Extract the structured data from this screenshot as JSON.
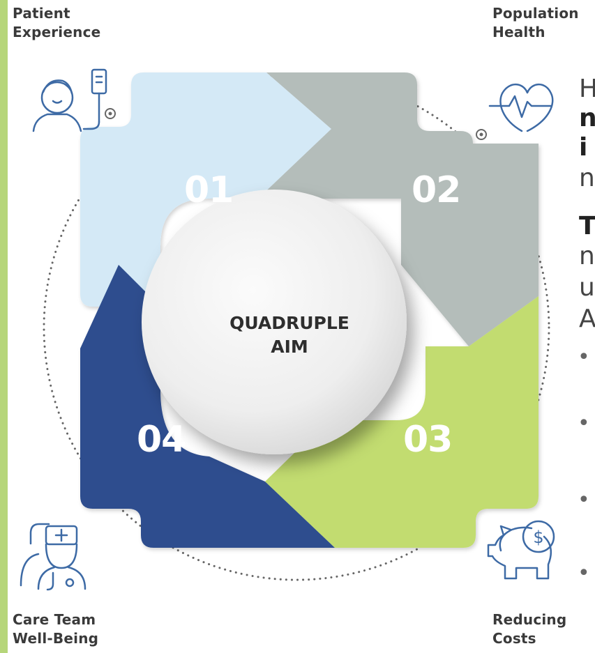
{
  "labels": {
    "patient_experience": [
      "Patient",
      "Experience"
    ],
    "population_health": [
      "Population",
      "Health"
    ],
    "care_team": [
      "Care Team",
      "Well-Being"
    ],
    "reducing_costs": [
      "Reducing",
      "Costs"
    ]
  },
  "numbers": {
    "n1": "01",
    "n2": "02",
    "n3": "03",
    "n4": "04"
  },
  "center": {
    "line1": "QUADRUPLE",
    "line2": "AIM"
  },
  "side_text": [
    {
      "text": "H",
      "bold": false
    },
    {
      "text": "n",
      "bold": true
    },
    {
      "text": "i",
      "bold": true
    },
    {
      "text": "n",
      "bold": false
    },
    {
      "text": "T",
      "bold": true
    },
    {
      "text": "n",
      "bold": false
    },
    {
      "text": "u",
      "bold": false
    },
    {
      "text": "A",
      "bold": false
    }
  ],
  "bullets": [
    "•",
    "•",
    "•",
    "•"
  ],
  "colors": {
    "segment_01": "#d4e9f6",
    "segment_02": "#b4bdba",
    "segment_03": "#c2dc70",
    "segment_04": "#2f4e8e",
    "accent_bar": "#b6d67a",
    "icon_stroke": "#3d6aa5"
  },
  "icons": [
    "patient-icon",
    "heart-pulse-icon",
    "doctor-icon",
    "piggy-bank-icon"
  ]
}
